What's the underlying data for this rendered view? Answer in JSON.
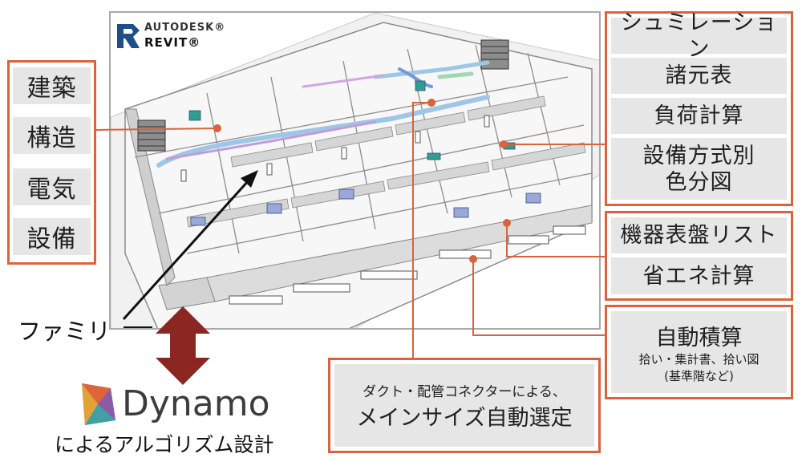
{
  "software": {
    "brand": "AUTODESK®",
    "product": "REVIT®"
  },
  "left_panel": {
    "items": [
      "建築",
      "構造",
      "電気",
      "設備"
    ]
  },
  "right_panel_1": {
    "items": [
      "シュミレーション",
      "諸元表",
      "負荷計算",
      "設備方式別\n色分図"
    ]
  },
  "right_panel_2": {
    "items": [
      "機器表盤リスト",
      "省エネ計算"
    ]
  },
  "auto_quantity": {
    "title": "自動積算",
    "sub_line1": "拾い・集計書、拾い図",
    "sub_line2": "(基準階など)"
  },
  "duct_pipe": {
    "line1": "ダクト・配管コネクターによる、",
    "line2": "メインサイズ自動選定"
  },
  "family_label": "ファミリ",
  "dynamo": {
    "name": "Dynamo",
    "subtitle": "によるアルゴリズム設計"
  },
  "colors": {
    "accent_frame": "#d9633d",
    "leader_line": "#d9633d",
    "tag_fill": "#e6e6e6",
    "arrow_fill": "#8b2621",
    "revit_logo": "#1f4e8c"
  }
}
